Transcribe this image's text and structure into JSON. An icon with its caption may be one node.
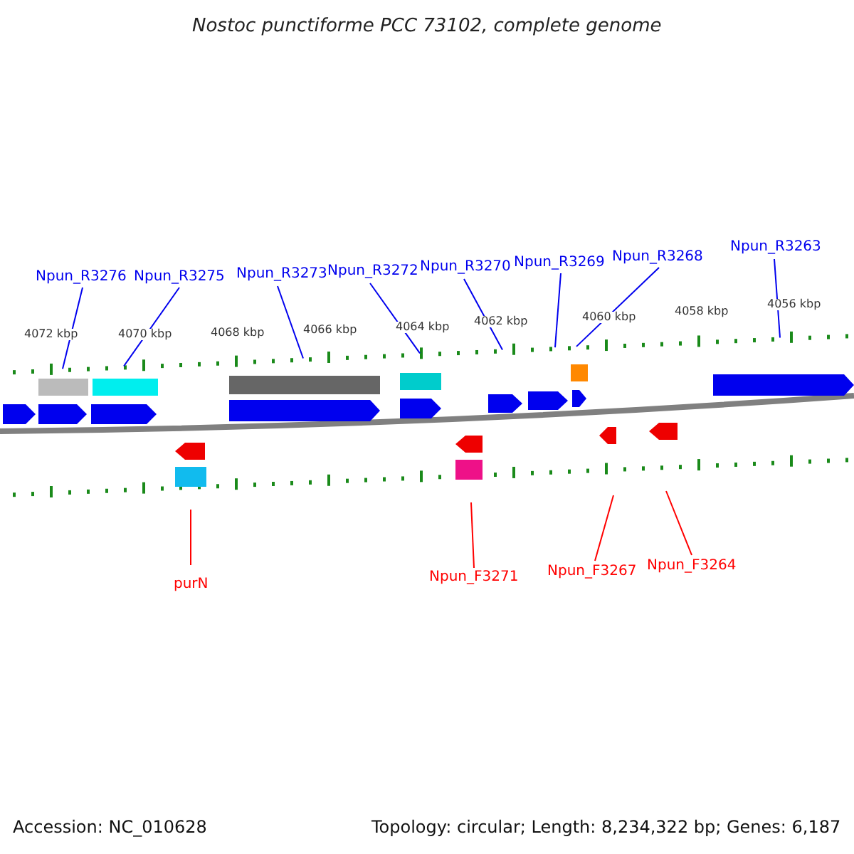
{
  "diagram": {
    "title": "Nostoc punctiforme PCC 73102, complete genome",
    "nodes": [
      {
        "text": [
          "Npun_R3276"
        ]
      },
      {
        "text": [
          "Npun_R3275"
        ]
      },
      {
        "text": [
          "Npun_R3273"
        ]
      },
      {
        "text": [
          "Npun_R3272"
        ]
      },
      {
        "text": [
          "Npun_R3270"
        ]
      },
      {
        "text": [
          "Npun_R3269"
        ]
      },
      {
        "text": [
          "Npun_R3268"
        ]
      },
      {
        "text": [
          "Npun_R3263"
        ]
      },
      {
        "text": [
          "purN"
        ]
      },
      {
        "text": [
          "Npun_F3271"
        ]
      },
      {
        "text": [
          "Npun_F3267"
        ]
      },
      {
        "text": [
          "Npun_F3264"
        ]
      }
    ],
    "edges": [
      {
        "from": 0,
        "to": null,
        "arrow": "none"
      },
      {
        "from": 1,
        "to": null,
        "arrow": "none"
      },
      {
        "from": 2,
        "to": null,
        "arrow": "none"
      },
      {
        "from": 3,
        "to": null,
        "arrow": "none"
      },
      {
        "from": 4,
        "to": null,
        "arrow": "none"
      },
      {
        "from": 5,
        "to": null,
        "arrow": "none"
      },
      {
        "from": 6,
        "to": null,
        "arrow": "none"
      },
      {
        "from": 7,
        "to": null,
        "arrow": "none"
      },
      {
        "from": 8,
        "to": null,
        "arrow": "none",
        "color": "#ff0000"
      },
      {
        "from": 9,
        "to": null,
        "arrow": "none",
        "color": "#ff0000"
      },
      {
        "from": 10,
        "to": null,
        "arrow": "none",
        "color": "#ff0000"
      },
      {
        "from": 11,
        "to": null,
        "arrow": "none",
        "color": "#ff0000"
      }
    ],
    "labels": [
      "4072 kbp",
      "4070 kbp",
      "4068 kbp",
      "4066 kbp",
      "4064 kbp",
      "4062 kbp",
      "4060 kbp",
      "4058 kbp",
      "4056 kbp",
      "Accession: NC_010628",
      "Topology: circular; Length: 8,234,322 bp; Genes: 6,187"
    ]
  }
}
